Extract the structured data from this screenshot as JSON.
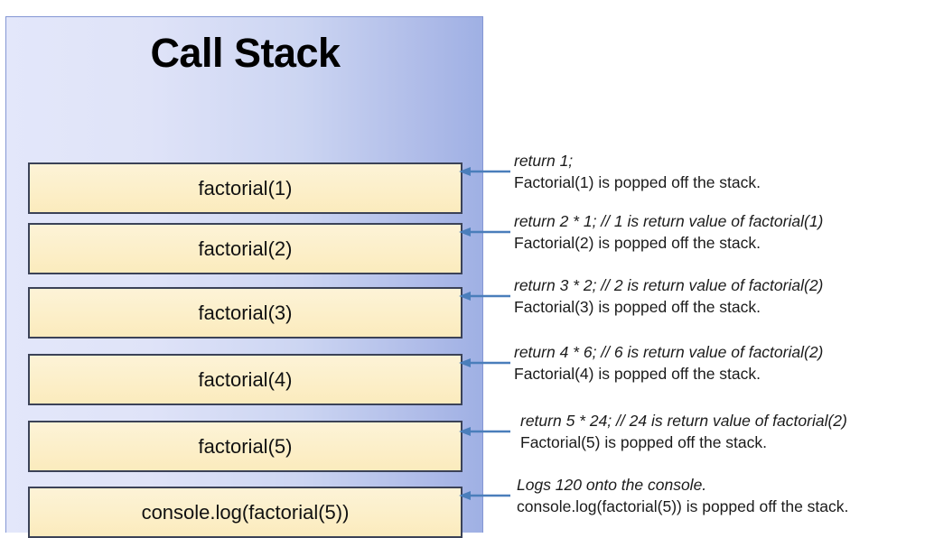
{
  "diagram": {
    "title": "Call Stack",
    "colors": {
      "panel_light": "#e3e7fa",
      "panel_dark": "#9fb0e4",
      "panel_border": "#8497d4",
      "frame_fill": "#fcefc9",
      "frame_border": "#3b4257",
      "arrow": "#4a7ebb",
      "text": "#1b1b1b"
    },
    "frames": [
      {
        "label": "factorial(1)"
      },
      {
        "label": "factorial(2)"
      },
      {
        "label": "factorial(3)"
      },
      {
        "label": "factorial(4)"
      },
      {
        "label": "factorial(5)"
      },
      {
        "label": "console.log(factorial(5))"
      }
    ],
    "annotations": [
      {
        "code": "return 1;",
        "description": "Factorial(1) is popped off the stack."
      },
      {
        "code": "return 2 * 1;  // 1 is return value of factorial(1)",
        "description": "Factorial(2) is popped off the stack."
      },
      {
        "code": "return 3 * 2;  // 2 is return value of factorial(2)",
        "description": "Factorial(3) is popped off the stack."
      },
      {
        "code": "return 4 * 6;  // 6 is return value of factorial(2)",
        "description": "Factorial(4) is popped off the stack."
      },
      {
        "code": "return 5 * 24;  // 24 is return value of factorial(2)",
        "description": "Factorial(5) is popped off the stack."
      },
      {
        "code": "Logs 120 onto the console.",
        "description": "console.log(factorial(5)) is popped off the stack."
      }
    ],
    "arrow_icon_name": "arrow-left-icon"
  }
}
